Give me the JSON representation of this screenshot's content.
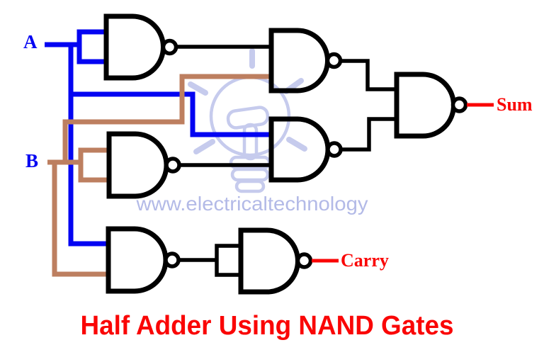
{
  "diagram": {
    "title": "Half Adder Using NAND Gates",
    "watermark_text": "www.electricaltechnology",
    "labels": {
      "input_a": "A",
      "input_b": "B",
      "output_sum": "Sum",
      "output_carry": "Carry"
    },
    "colors": {
      "background": "#ffffff",
      "gate_outline": "#000000",
      "wire_black": "#000000",
      "wire_a_blue": "#0404f2",
      "wire_b_brown": "#bd7f60",
      "wire_output_red": "#fa0606",
      "label_blue": "#0404f2",
      "label_red": "#fa0606",
      "title_red": "#fa0606",
      "watermark_text_color": "#b3bae7",
      "watermark_bulb_color": "#c6cbed"
    }
  }
}
